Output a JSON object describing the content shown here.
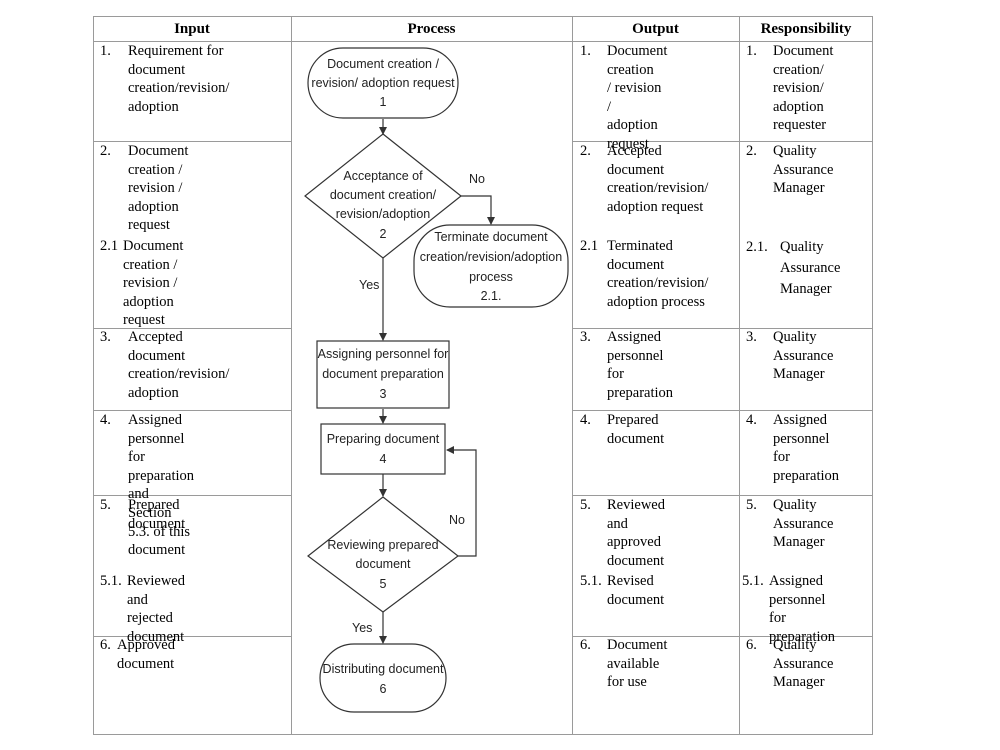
{
  "headers": {
    "input": "Input",
    "process": "Process",
    "output": "Output",
    "responsibility": "Responsibility"
  },
  "input": [
    {
      "num": "1.",
      "lines": [
        "Requirement for",
        "document",
        "creation/revision/",
        "adoption"
      ]
    },
    {
      "num": "2.",
      "lines": [
        "Document creation /",
        "revision / adoption",
        "request"
      ]
    },
    {
      "num": "2.1",
      "lines": [
        "Document creation /",
        "revision / adoption",
        "request"
      ]
    },
    {
      "num": "3.",
      "lines": [
        "Accepted document",
        "creation/revision/",
        "adoption"
      ]
    },
    {
      "num": "4.",
      "lines": [
        "Assigned personnel for",
        "preparation and Section",
        "5.3. of this document"
      ]
    },
    {
      "num": "5.",
      "lines": [
        "Prepared document"
      ]
    },
    {
      "num": "5.1.",
      "lines": [
        "Reviewed and",
        "rejected document"
      ]
    },
    {
      "num": "6.",
      "lines": [
        "Approved document"
      ]
    }
  ],
  "output": [
    {
      "num": "1.",
      "lines": [
        "Document creation",
        "/ revision /",
        "adoption request"
      ]
    },
    {
      "num": "2.",
      "lines": [
        "Accepted",
        "document",
        "creation/revision/",
        "adoption request"
      ]
    },
    {
      "num": "2.1",
      "lines": [
        "Terminated",
        "document",
        "creation/revision/",
        "adoption process"
      ]
    },
    {
      "num": "3.",
      "lines": [
        "Assigned",
        "personnel for",
        "preparation"
      ]
    },
    {
      "num": "4.",
      "lines": [
        "Prepared",
        "document"
      ]
    },
    {
      "num": "5.",
      "lines": [
        "Reviewed and",
        "approved",
        "document"
      ]
    },
    {
      "num": "5.1.",
      "lines": [
        "Revised",
        "document"
      ]
    },
    {
      "num": "6.",
      "lines": [
        "Document",
        "available for use"
      ]
    }
  ],
  "responsibility": [
    {
      "num": "1.",
      "lines": [
        "Document",
        "creation/",
        "revision/",
        "adoption",
        "requester"
      ]
    },
    {
      "num": "2.",
      "lines": [
        "Quality",
        "Assurance",
        "Manager"
      ]
    },
    {
      "num": "2.1.",
      "lines": [
        "Quality",
        "Assurance",
        "Manager"
      ]
    },
    {
      "num": "3.",
      "lines": [
        "Quality",
        "Assurance",
        "Manager"
      ]
    },
    {
      "num": "4.",
      "lines": [
        "Assigned",
        "personnel for",
        "preparation"
      ]
    },
    {
      "num": "5.",
      "lines": [
        "Quality",
        "Assurance",
        "Manager"
      ]
    },
    {
      "num": "5.1.",
      "lines": [
        "Assigned",
        "personnel for",
        "preparation"
      ]
    },
    {
      "num": "6.",
      "lines": [
        "Quality",
        "Assurance",
        "Manager"
      ]
    }
  ],
  "flow": {
    "n1": [
      "Document creation /",
      "revision/ adoption request",
      "1"
    ],
    "n2": [
      "Acceptance of",
      "document creation/",
      "revision/adoption",
      "2"
    ],
    "n21": [
      "Terminate document",
      "creation/revision/adoption",
      "process",
      "2.1."
    ],
    "n3": [
      "Assigning personnel for",
      "document preparation",
      "3"
    ],
    "n4": [
      "Preparing document",
      "4"
    ],
    "n5": [
      "Reviewing prepared",
      "document",
      "5"
    ],
    "n6": [
      "Distributing document",
      "6"
    ],
    "label_no_1": "No",
    "label_yes_1": "Yes",
    "label_no_2": "No",
    "label_yes_2": "Yes"
  }
}
